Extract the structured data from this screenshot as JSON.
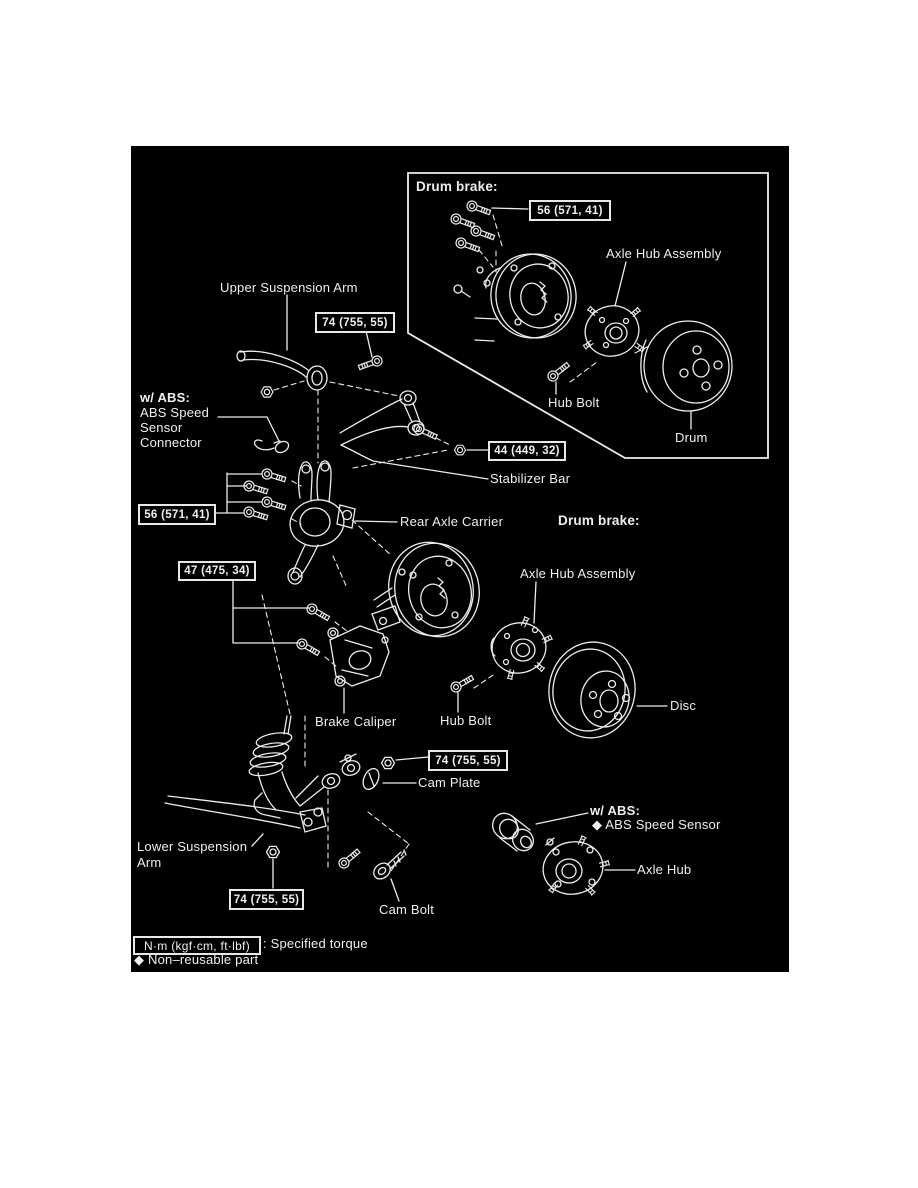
{
  "page": {
    "bg": "#ffffff"
  },
  "canvas": {
    "bg": "#000000",
    "line_color": "#ededed"
  },
  "labels": {
    "drum_brake_top": "Drum brake:",
    "axle_hub_assembly_top": "Axle Hub Assembly",
    "hub_bolt_top": "Hub Bolt",
    "drum": "Drum",
    "upper_suspension_arm": "Upper Suspension Arm",
    "abs_connector_line1": "w/ ABS:",
    "abs_connector_line2": "ABS Speed",
    "abs_connector_line3": "Sensor",
    "abs_connector_line4": "Connector",
    "stabilizer_bar": "Stabilizer Bar",
    "rear_axle_carrier": "Rear Axle Carrier",
    "drum_brake_mid": "Drum brake:",
    "axle_hub_assembly_mid": "Axle Hub Assembly",
    "brake_caliper": "Brake Caliper",
    "hub_bolt_mid": "Hub Bolt",
    "disc": "Disc",
    "cam_plate": "Cam Plate",
    "abs_sensor_line1": "w/ ABS:",
    "abs_sensor_line2": "◆ ABS Speed Sensor",
    "lower_suspension_arm_line1": "Lower Suspension",
    "lower_suspension_arm_line2": "Arm",
    "axle_hub": "Axle Hub",
    "cam_bolt": "Cam Bolt"
  },
  "torque": {
    "backing_plate_top": "56 (571, 41)",
    "upper_arm": "74 (755, 55)",
    "stabilizer": "44 (449, 32)",
    "carrier_bolts": "56 (571, 41)",
    "caliper_bolts": "47 (475, 34)",
    "cam_nut": "74 (755, 55)",
    "lower_arm_nut": "74 (755, 55)"
  },
  "legend": {
    "unit_box": "N·m (kgf·cm, ft·lbf)",
    "unit_meaning": ": Specified torque",
    "nonreusable_note": "◆ Non–reusable part"
  }
}
